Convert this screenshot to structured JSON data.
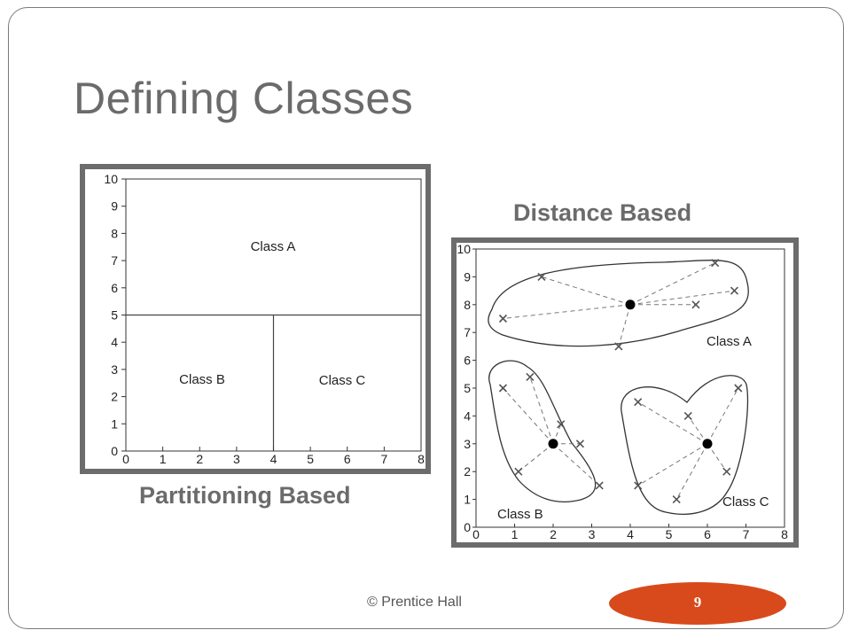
{
  "slide": {
    "title": "Defining Classes",
    "footer": "© Prentice Hall",
    "page_number": "9",
    "accent_color": "#d84a1b"
  },
  "partitioning": {
    "caption": "Partitioning Based",
    "x_ticks": [
      "0",
      "1",
      "2",
      "3",
      "4",
      "5",
      "6",
      "7",
      "8"
    ],
    "y_ticks": [
      "0",
      "1",
      "2",
      "3",
      "4",
      "5",
      "6",
      "7",
      "8",
      "9",
      "10"
    ],
    "regions": [
      {
        "label": "Class A"
      },
      {
        "label": "Class B"
      },
      {
        "label": "Class C"
      }
    ]
  },
  "distance": {
    "caption": "Distance Based",
    "x_ticks": [
      "0",
      "1",
      "2",
      "3",
      "4",
      "5",
      "6",
      "7",
      "8"
    ],
    "y_ticks": [
      "0",
      "1",
      "2",
      "3",
      "4",
      "5",
      "6",
      "7",
      "8",
      "9",
      "10"
    ],
    "clusters": [
      {
        "label": "Class A",
        "center": [
          4,
          8
        ],
        "points": [
          [
            0.7,
            7.5
          ],
          [
            1.7,
            9
          ],
          [
            3.7,
            6.5
          ],
          [
            5.7,
            8
          ],
          [
            6.2,
            9.5
          ],
          [
            6.7,
            8.5
          ]
        ]
      },
      {
        "label": "Class B",
        "center": [
          2,
          3
        ],
        "points": [
          [
            0.7,
            5
          ],
          [
            1.4,
            5.4
          ],
          [
            2.2,
            3.7
          ],
          [
            2.7,
            3
          ],
          [
            1.1,
            2
          ],
          [
            3.2,
            1.5
          ]
        ]
      },
      {
        "label": "Class C",
        "center": [
          6,
          3
        ],
        "points": [
          [
            4.2,
            4.5
          ],
          [
            5.5,
            4
          ],
          [
            6.8,
            5
          ],
          [
            4.2,
            1.5
          ],
          [
            5.2,
            1
          ],
          [
            6.5,
            2
          ]
        ]
      }
    ]
  }
}
